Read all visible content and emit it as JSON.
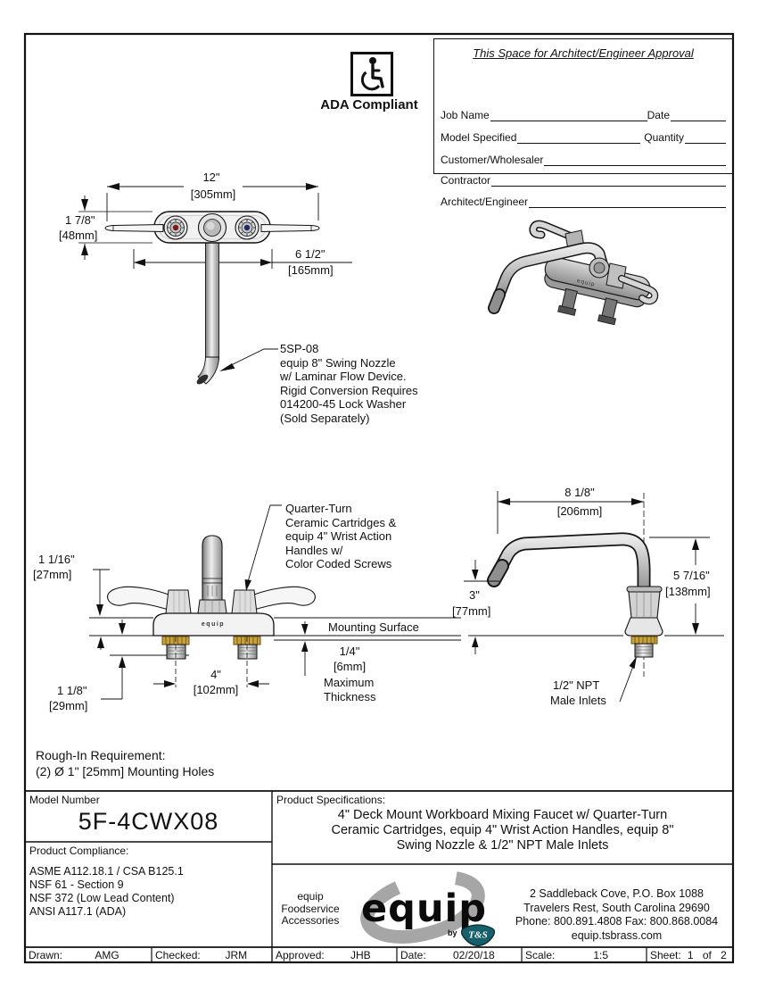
{
  "page": {
    "ada": {
      "label": "ADA Compliant"
    },
    "approval": {
      "title": "This Space for Architect/Engineer Approval",
      "job_name": "Job Name",
      "date": "Date",
      "model_specified": "Model Specified",
      "quantity": "Quantity",
      "customer": "Customer/Wholesaler",
      "contractor": "Contractor",
      "architect": "Architect/Engineer"
    },
    "top_view": {
      "dim_width_in": "12\"",
      "dim_width_mm": "[305mm]",
      "dim_depth_in": "1 7/8\"",
      "dim_depth_mm": "[48mm]",
      "dim_offset_in": "6 1/2\"",
      "dim_offset_mm": "[165mm]",
      "nozzle_callout": [
        "5SP-08",
        "equip 8\" Swing Nozzle",
        "w/ Laminar Flow Device.",
        "Rigid Conversion Requires",
        "014200-45 Lock Washer",
        "(Sold Separately)"
      ]
    },
    "front_view": {
      "handle_callout": [
        "Quarter-Turn",
        "Ceramic Cartridges &",
        "equip 4\" Wrist Action",
        "Handles w/",
        "Color Coded Screws"
      ],
      "dim_handle_in": "1 1/16\"",
      "dim_handle_mm": "[27mm]",
      "dim_shank_in": "1 1/8\"",
      "dim_shank_mm": "[29mm]",
      "dim_centers_in": "4\"",
      "dim_centers_mm": "[102mm]",
      "dim_thickness_in": "1/4\"",
      "dim_thickness_mm": "[6mm]",
      "thickness_note_1": "Maximum",
      "thickness_note_2": "Thickness",
      "mounting_surface": "Mounting Surface",
      "body_brand": "equip"
    },
    "side_view": {
      "dim_reach_in": "8 1/8\"",
      "dim_reach_mm": "[206mm]",
      "dim_height_in": "5 7/16\"",
      "dim_height_mm": "[138mm]",
      "dim_clear_in": "3\"",
      "dim_clear_mm": "[77mm]",
      "inlet_callout_1": "1/2\" NPT",
      "inlet_callout_2": "Male Inlets"
    },
    "rough_in_1": "Rough-In Requirement:",
    "rough_in_2": "(2) Ø 1\" [25mm] Mounting Holes",
    "title_block": {
      "model_label": "Model Number",
      "model_number": "5F-4CWX08",
      "compliance_label": "Product Compliance:",
      "compliance": [
        "ASME A112.18.1 / CSA B125.1",
        "NSF 61 - Section 9",
        "NSF 372 (Low Lead Content)",
        "ANSI A117.1 (ADA)"
      ],
      "specs_label": "Product Specifications:",
      "specs": [
        "4\" Deck Mount Workboard Mixing Faucet w/ Quarter-Turn",
        "Ceramic Cartridges, equip 4\" Wrist Action Handles, equip 8\"",
        "Swing Nozzle & 1/2\" NPT Male Inlets"
      ],
      "brand": [
        "equip",
        "Foodservice",
        "Accessories"
      ],
      "logo_text": "equip",
      "logo_by": "by",
      "logo_ts": "T&S",
      "address": [
        "2 Saddleback Cove, P.O. Box 1088",
        "Travelers Rest, South Carolina 29690",
        "Phone: 800.891.4808  Fax: 800.868.0084",
        "equip.tsbrass.com"
      ],
      "footer": {
        "drawn_label": "Drawn:",
        "drawn": "AMG",
        "checked_label": "Checked:",
        "checked": "JRM",
        "approved_label": "Approved:",
        "approved": "JHB",
        "date_label": "Date:",
        "date": "02/20/18",
        "scale_label": "Scale:",
        "scale": "1:5",
        "sheet_label": "Sheet:",
        "sheet": "1 of 2"
      }
    },
    "colors": {
      "brass": "#c8a13c",
      "hot": "#7c1a1a",
      "cold": "#1e2a66",
      "badge": "#175f6b"
    }
  }
}
